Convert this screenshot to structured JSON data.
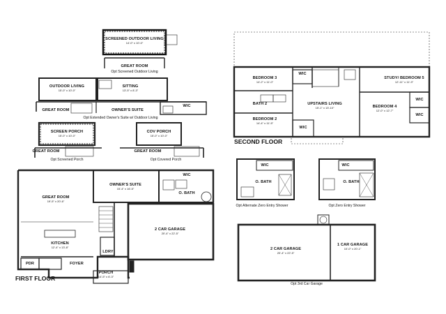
{
  "floor_titles": {
    "first": "FIRST FLOOR",
    "second": "SECOND FLOOR"
  },
  "captions": {
    "screened_outdoor": "Opt Screened Outdoor Living",
    "extended_suite": "Opt Extended Owner's Suite w/ Outdoor Living",
    "screened_porch": "Opt Screened Porch",
    "covered_porch": "Opt Covered Porch",
    "alt_zero_shower": "Opt Alternate Zero Entry Shower",
    "zero_shower": "Opt Zero Entry Shower",
    "third_car": "Opt 3rd Car Garage"
  },
  "rooms": {
    "screened_outdoor": {
      "name": "SCREENED OUTDOOR LIVING",
      "dim": "14'-0\" x 10'-0\""
    },
    "great_room_a": {
      "name": "GREAT ROOM"
    },
    "outdoor_living": {
      "name": "OUTDOOR LIVING",
      "dim": "15'-0\" x 10'-0\""
    },
    "sitting": {
      "name": "SITTING",
      "dim": "13'-5\" x 8'-3\""
    },
    "great_room_b": {
      "name": "GREAT ROOM"
    },
    "owners_suite_b": {
      "name": "OWNER'S SUITE"
    },
    "wic_b": {
      "name": "WIC"
    },
    "screen_porch": {
      "name": "SCREEN PORCH",
      "dim": "15'-0\" x 10'-0\""
    },
    "great_room_c": {
      "name": "GREAT ROOM"
    },
    "cov_porch": {
      "name": "COV PORCH",
      "dim": "15'-0\" x 10'-0\""
    },
    "great_room_d": {
      "name": "GREAT ROOM"
    },
    "great_room": {
      "name": "GREAT ROOM",
      "dim": "19'-5\" x 20'-6\""
    },
    "owners_suite": {
      "name": "OWNER'S SUITE",
      "dim": "15'-4\" x 16'-5\""
    },
    "wic_main": {
      "name": "WIC"
    },
    "o_bath_main": {
      "name": "O. BATH"
    },
    "kitchen": {
      "name": "KITCHEN",
      "dim": "12'-4\" x 13'-8\""
    },
    "garage_2": {
      "name": "2 CAR GARAGE",
      "dim": "20'-4\" x 22'-5\""
    },
    "ldry": {
      "name": "LDRY"
    },
    "pdr": {
      "name": "PDR"
    },
    "foyer": {
      "name": "FOYER"
    },
    "porch": {
      "name": "PORCH",
      "dim": "14'-5\" x 6'-3\""
    },
    "bedroom3": {
      "name": "BEDROOM 3",
      "dim": "14'-2\" x 11'-0\""
    },
    "wic_2a": {
      "name": "WIC"
    },
    "bath2": {
      "name": "BATH 2"
    },
    "upstairs_living": {
      "name": "UPSTAIRS LIVING",
      "dim": "15'-1\" x 13'-10\""
    },
    "study5": {
      "name": "STUDY/ BEDROOM 5",
      "dim": "12'-11\" x 11'-9\""
    },
    "bedroom4": {
      "name": "BEDROOM 4",
      "dim": "12'-0\" x 12'-7\""
    },
    "wic_2b": {
      "name": "WIC"
    },
    "wic_2c": {
      "name": "WIC"
    },
    "bedroom2": {
      "name": "BEDROOM 2",
      "dim": "14'-4\" x 11'-5\""
    },
    "wic_2d": {
      "name": "WIC"
    },
    "alt_wic": {
      "name": "WIC"
    },
    "alt_obath": {
      "name": "O. BATH"
    },
    "zero_wic": {
      "name": "WIC"
    },
    "zero_obath": {
      "name": "O. BATH"
    },
    "garage_2b": {
      "name": "2 CAR GARAGE",
      "dim": "20'-4\" x 22'-5\""
    },
    "garage_1": {
      "name": "1 CAR GARAGE",
      "dim": "10'-0\" x 20'-1\""
    }
  }
}
